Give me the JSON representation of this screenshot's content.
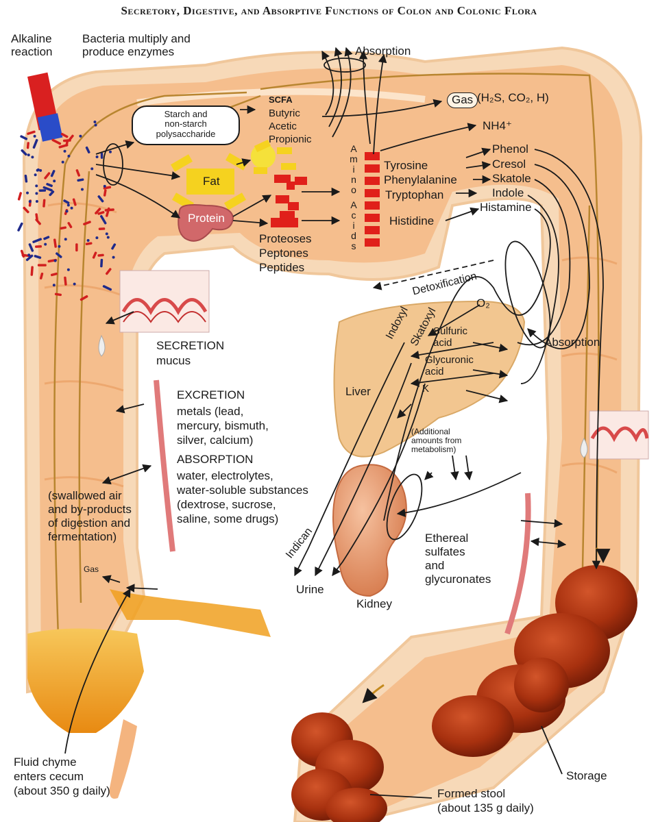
{
  "title": "Secretory, Digestive, and Absorptive Functions of Colon and Colonic Flora",
  "labels": {
    "alkaline": "Alkaline\nreaction",
    "bacteria": "Bacteria multiply and\nproduce enzymes",
    "starch": "Starch and\nnon-starch\npolysaccharide",
    "scfa": "SCFA",
    "butyric": "Butyric",
    "acetic": "Acetic",
    "propionic": "Propionic",
    "absorption_top": "Absorption",
    "gas_top": "Gas",
    "gas_formula": "(H₂S, CO₂, H)",
    "nh4": "NH4⁺",
    "fat": "Fat",
    "protein": "Protein",
    "proteoses": "Proteoses",
    "peptones": "Peptones",
    "peptides": "Peptides",
    "amino": "Amino",
    "acids": "Acids",
    "tyrosine": "Tyrosine",
    "phenylalanine": "Phenylalanine",
    "tryptophan": "Tryptophan",
    "histidine": "Histidine",
    "phenol": "Phenol",
    "cresol": "Cresol",
    "skatole": "Skatole",
    "indole": "Indole",
    "histamine": "Histamine",
    "detox": "Detoxification",
    "indoxyl": "Indoxyl",
    "skatoxyl": "Skatoxyl",
    "o2": "O₂",
    "sulfuric": "Sulfuric\nacid",
    "glycuronic": "Glycuronic\nacid",
    "k": "K",
    "liver": "Liver",
    "additional": "(Additional\namounts from\nmetabolism)",
    "absorption_right": "Absorption",
    "secretion": "SECRETION",
    "mucus": "mucus",
    "excretion": "EXCRETION",
    "excretion_detail": "metals (lead,\nmercury, bismuth,\nsilver, calcium)",
    "absorption_mid": "ABSORPTION",
    "absorption_detail": "water, electrolytes,\nwater-soluble substances\n(dextrose, sucrose,\nsaline, some drugs)",
    "swallowed": "(swallowed air\nand by-products\nof digestion and\nfermentation)",
    "gas_small": "Gas",
    "indican": "Indican",
    "urine": "Urine",
    "kidney": "Kidney",
    "ethereal": "Ethereal\nsulfates\nand\nglycuronates",
    "fluid_chyme": "Fluid chyme\nenters cecum\n(about 350 g daily)",
    "storage": "Storage",
    "formed_stool": "Formed stool\n(about 135 g daily)"
  },
  "colors": {
    "colon_outer": "#f7d9b8",
    "colon_inner": "#f4b47f",
    "colon_wall": "#e89a5c",
    "bile": "#b8852f",
    "stool": "#a8310f",
    "liver": "#f2c690",
    "kidney": "#e8956a",
    "chyme": "#f0a020",
    "bacteria_red": "#d11f1f",
    "bacteria_blue": "#1f2a8a",
    "fat": "#f5d21f",
    "protein": "#d1686a",
    "amino_block": "#e0201a"
  }
}
